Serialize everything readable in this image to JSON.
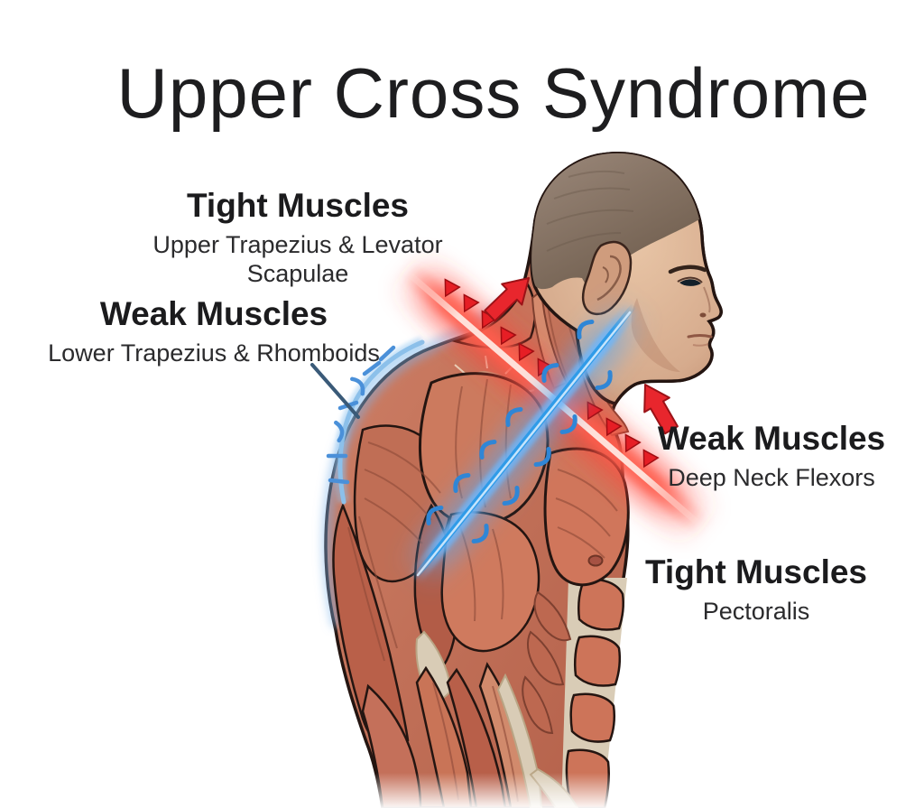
{
  "title": "Upper Cross Syndrome",
  "annotations": [
    {
      "heading": "Tight Muscles",
      "detail": "Upper Trapezius & Levator Scapulae"
    },
    {
      "heading": "Weak Muscles",
      "detail": "Lower Trapezius & Rhomboids"
    },
    {
      "heading": "Weak Muscles",
      "detail": "Deep Neck Flexors"
    },
    {
      "heading": "Tight Muscles",
      "detail": "Pectoralis"
    }
  ],
  "colors": {
    "background": "#ffffff",
    "heading_text": "#1b1b1d",
    "detail_text": "#2b2b2d",
    "tight_band_red": "#e8262d",
    "weak_band_blue": "#2f9be8",
    "pointer_line_blue": "#3a5a78"
  }
}
